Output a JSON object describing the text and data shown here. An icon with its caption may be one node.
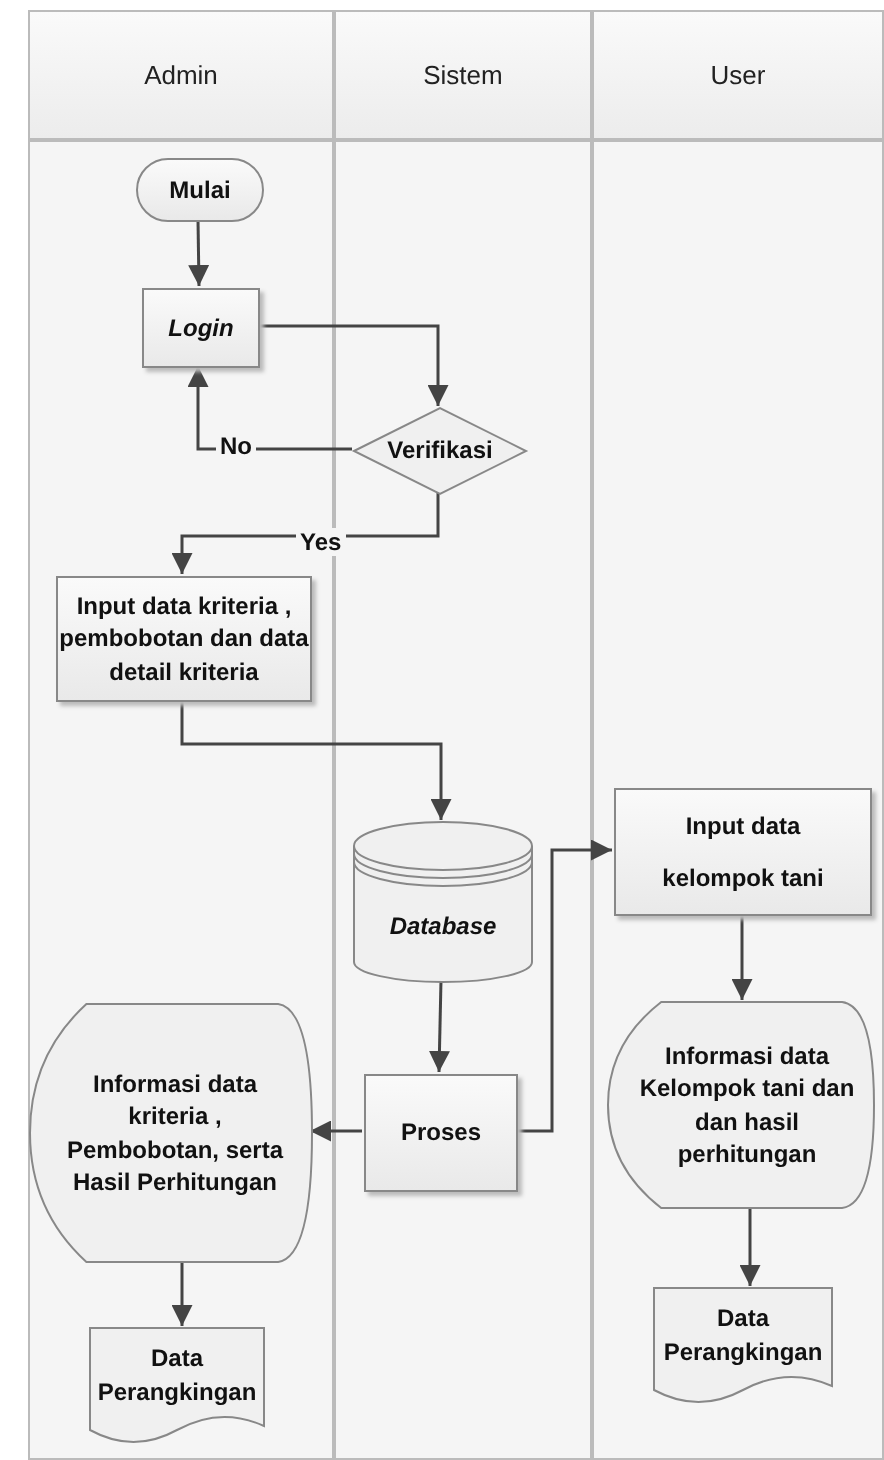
{
  "diagram": {
    "nodes": [
      {
        "text": [
          "Admin"
        ]
      },
      {
        "text": [
          "Sistem"
        ]
      },
      {
        "text": [
          "User"
        ]
      },
      {
        "text": [
          "Mulai"
        ],
        "in": 0
      },
      {
        "text": [
          "Login"
        ],
        "in": 0
      },
      {
        "text": [
          "Verifikasi"
        ],
        "in": 1
      },
      {
        "text": [
          "Input data kriteria , pembobotan dan data detail kriteria"
        ],
        "in": 0
      },
      {
        "text": [
          "Database"
        ],
        "in": 1
      },
      {
        "text": [
          "Input data kelompok tani"
        ],
        "in": 2
      },
      {
        "text": [
          "Informasi data kriteria , Pembobotan, serta Hasil Perhitungan"
        ],
        "in": 0
      },
      {
        "text": [
          "Proses"
        ],
        "in": 1
      },
      {
        "text": [
          "Informasi data Kelompok tani dan dan hasil perhitungan"
        ],
        "in": 2
      },
      {
        "text": [
          "Data Perangkingan"
        ],
        "in": 0
      },
      {
        "text": [
          "Data Perangkingan"
        ],
        "in": 2
      }
    ],
    "edges": [
      {
        "from": 3,
        "to": 4,
        "arrow": "to"
      },
      {
        "from": 4,
        "to": 5,
        "arrow": "to"
      },
      {
        "from": 5,
        "to": 4,
        "arrow": "to",
        "label": "No"
      },
      {
        "from": 5,
        "to": 6,
        "arrow": "to",
        "label": "Yes"
      },
      {
        "from": 6,
        "to": 7,
        "arrow": "to"
      },
      {
        "from": 7,
        "to": 10,
        "arrow": "to"
      },
      {
        "from": 10,
        "to": 9,
        "arrow": "to"
      },
      {
        "from": 10,
        "to": 8,
        "arrow": "to"
      },
      {
        "from": 8,
        "to": 11,
        "arrow": "to"
      },
      {
        "from": 9,
        "to": 12,
        "arrow": "to"
      },
      {
        "from": 11,
        "to": 13,
        "arrow": "to"
      }
    ]
  }
}
